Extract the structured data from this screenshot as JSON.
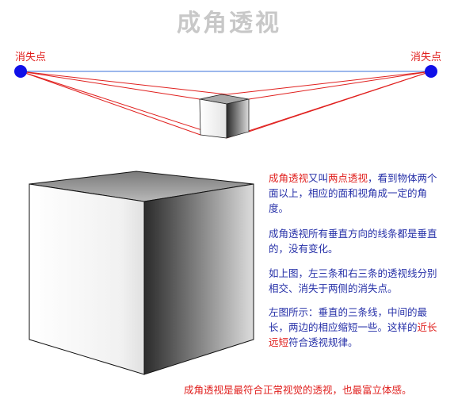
{
  "title": "成角透视",
  "vanishing_point_left": "消失点",
  "vanishing_point_right": "消失点",
  "paragraphs": {
    "p1": {
      "term1": "成角透视",
      "mid1": "又叫",
      "term2": "两点透视",
      "rest": "，看到物体两个面以上，相应的面和视角成一定的角度。"
    },
    "p2": "成角透视所有垂直方向的线条都是垂直的，没有变化。",
    "p3": "如上图，左三条和右三条的透视线分别相交、消失于两侧的消失点。",
    "p4": {
      "before": "左图所示：垂直的三条线，中间的最长，两边的相应缩短一些。这样的",
      "highlight": "近长远短",
      "after": "符合透视规律。"
    }
  },
  "footer": "成角透视是最符合正常视觉的透视，也最富立体感。",
  "colors": {
    "horizon_line": "#3a6fd8",
    "vanishing_point": "#1010e8",
    "perspective_lines": "#e0201e",
    "title": "#c8c8c8",
    "body_text": "#2630a8",
    "accent_text": "#e0201e"
  }
}
